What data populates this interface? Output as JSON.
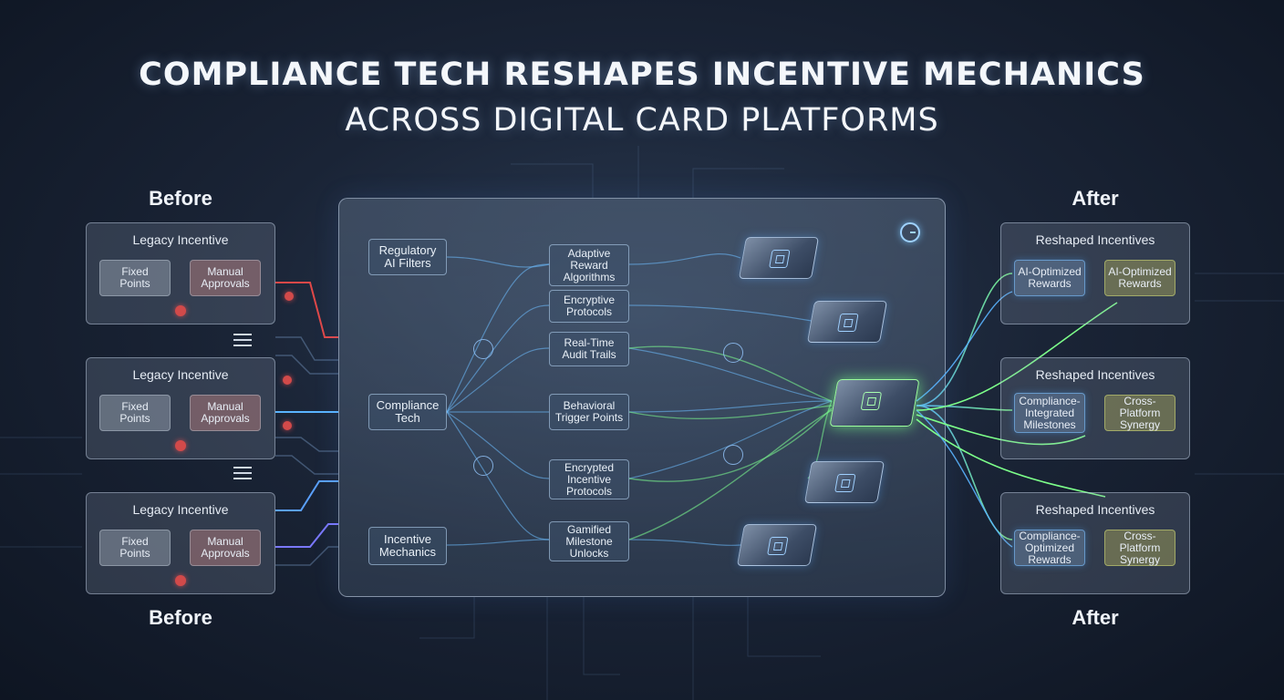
{
  "title": {
    "line1": "COMPLIANCE TECH RESHAPES INCENTIVE MECHANICS",
    "line2": "ACROSS DIGITAL CARD PLATFORMS"
  },
  "labels": {
    "before_top": "Before",
    "before_bottom": "Before",
    "after_top": "After",
    "after_bottom": "After"
  },
  "before_panels": [
    {
      "title": "Legacy Incentive",
      "left": "Fixed\nPoints",
      "right": "Manual\nApprovals"
    },
    {
      "title": "Legacy Incentive",
      "left": "Fixed\nPoints",
      "right": "Manual\nApprovals"
    },
    {
      "title": "Legacy Incentive",
      "left": "Fixed\nPoints",
      "right": "Manual\nApprovals"
    }
  ],
  "after_panels": [
    {
      "title": "Reshaped Incentives",
      "left": "AI-Optimized\nRewards",
      "right": "AI-Optimized\nRewards"
    },
    {
      "title": "Reshaped Incentives",
      "left": "Compliance-\nIntegrated\nMilestones",
      "right": "Cross-Platform\nSynergy"
    },
    {
      "title": "Reshaped Incentives",
      "left": "Compliance-\nOptimized\nRewards",
      "right": "Cross-Platform\nSynergy"
    }
  ],
  "central": {
    "inputs": [
      "Regulatory\nAI Filters",
      "Compliance\nTech",
      "Incentive\nMechanics"
    ],
    "mechanisms": [
      "Adaptive\nReward\nAlgorithms",
      "Encryptive\nProtocols",
      "Real-Time\nAudit Trails",
      "Behavioral\nTrigger Points",
      "Encrypted\nIncentive\nProtocols",
      "Gamified\nMilestone\nUnlocks"
    ]
  },
  "colors": {
    "accent_blue": "#5ab4ff",
    "accent_green": "#7dff8a",
    "alert_red": "#e04848",
    "background": "#1a2436"
  }
}
